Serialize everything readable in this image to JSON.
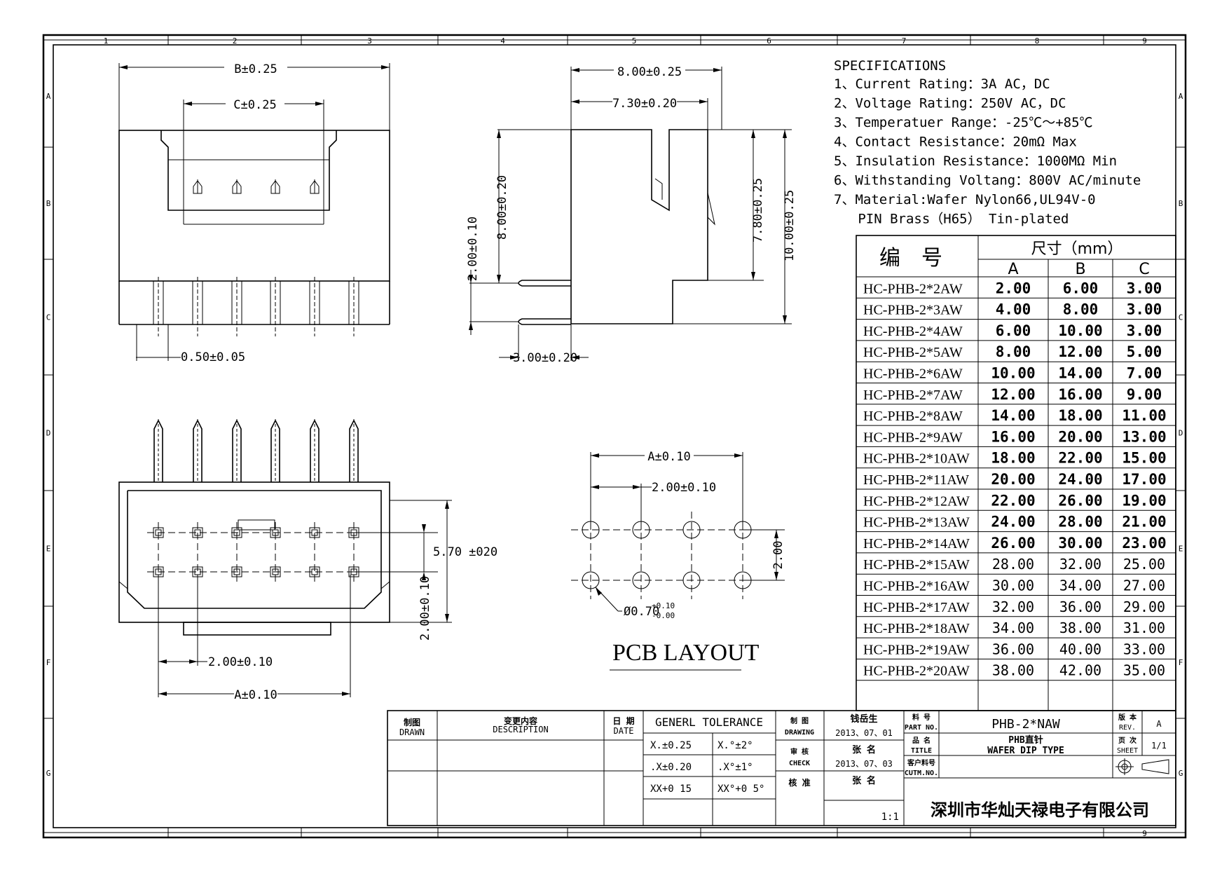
{
  "border": {
    "top_columns": [
      "1",
      "2",
      "3",
      "4",
      "5",
      "6",
      "7",
      "8",
      "9"
    ],
    "bottom_columns": [
      "9"
    ],
    "rows": [
      "A",
      "B",
      "C",
      "D",
      "E",
      "F",
      "G"
    ]
  },
  "specifications": {
    "title": "SPECIFICATIONS",
    "lines": [
      "1、Current Rating：3A AC，DC",
      "2、Voltage Rating：250V AC，DC",
      "3、Temperatuer Range：-25℃～+85℃",
      "4、Contact Resistance：20mΩ Max",
      "5、Insulation Resistance：1000MΩ Min",
      "6、Withstanding Voltang：800V AC/minute",
      "7、Material:Wafer Nylon66,UL94V-0",
      "   PIN Brass（H65） Tin-plated"
    ]
  },
  "front_view": {
    "dim_b": "B±0.25",
    "dim_c": "C±0.25",
    "dim_pin": "0.50±0.05"
  },
  "side_view": {
    "dim_top1": "8.00±0.25",
    "dim_top2": "7.30±0.20",
    "dim_v1": "8.00±0.20",
    "dim_v2": "2.00±0.10",
    "dim_v3": "7.80±0.25",
    "dim_v4": "10.00±0.25",
    "dim_bottom": "3.00±0.20"
  },
  "bottom_view": {
    "dim_h": "5.70 ±020",
    "dim_v": "2.00±0.10",
    "dim_pitch": "2.00±0.10",
    "dim_a": "A±0.10"
  },
  "pcb_layout": {
    "title": "PCB LAYOUT",
    "dim_a": "A±0.10",
    "dim_pitch": "2.00±0.10",
    "dim_row": "2.00",
    "hole_dia": "Ø0.70",
    "hole_tol_plus": "+0.10",
    "hole_tol_minus": "-0.00"
  },
  "dimension_table": {
    "header_part": "编　号",
    "header_size": "尺寸（mm）",
    "columns": [
      "A",
      "B",
      "C"
    ],
    "rows": [
      [
        "HC-PHB-2*2AW",
        "2.00",
        "6.00",
        "3.00"
      ],
      [
        "HC-PHB-2*3AW",
        "4.00",
        "8.00",
        "3.00"
      ],
      [
        "HC-PHB-2*4AW",
        "6.00",
        "10.00",
        "3.00"
      ],
      [
        "HC-PHB-2*5AW",
        "8.00",
        "12.00",
        "5.00"
      ],
      [
        "HC-PHB-2*6AW",
        "10.00",
        "14.00",
        "7.00"
      ],
      [
        "HC-PHB-2*7AW",
        "12.00",
        "16.00",
        "9.00"
      ],
      [
        "HC-PHB-2*8AW",
        "14.00",
        "18.00",
        "11.00"
      ],
      [
        "HC-PHB-2*9AW",
        "16.00",
        "20.00",
        "13.00"
      ],
      [
        "HC-PHB-2*10AW",
        "18.00",
        "22.00",
        "15.00"
      ],
      [
        "HC-PHB-2*11AW",
        "20.00",
        "24.00",
        "17.00"
      ],
      [
        "HC-PHB-2*12AW",
        "22.00",
        "26.00",
        "19.00"
      ],
      [
        "HC-PHB-2*13AW",
        "24.00",
        "28.00",
        "21.00"
      ],
      [
        "HC-PHB-2*14AW",
        "26.00",
        "30.00",
        "23.00"
      ],
      [
        "HC-PHB-2*15AW",
        "28.00",
        "32.00",
        "25.00"
      ],
      [
        "HC-PHB-2*16AW",
        "30.00",
        "34.00",
        "27.00"
      ],
      [
        "HC-PHB-2*17AW",
        "32.00",
        "36.00",
        "29.00"
      ],
      [
        "HC-PHB-2*18AW",
        "34.00",
        "38.00",
        "31.00"
      ],
      [
        "HC-PHB-2*19AW",
        "36.00",
        "40.00",
        "33.00"
      ],
      [
        "HC-PHB-2*20AW",
        "38.00",
        "42.00",
        "35.00"
      ]
    ],
    "bold_rows": 13
  },
  "title_block": {
    "drawn_cn": "制图",
    "drawn_en": "DRAWN",
    "desc_cn": "变更内容",
    "desc_en": "DESCRIPTION",
    "date_cn": "日 期",
    "date_en": "DATE",
    "tolerance_title": "GENERL TOLERANCE",
    "tolerances": [
      [
        "X.±0.25",
        "X.°±2°"
      ],
      [
        ".X±0.20",
        ".X°±1°"
      ],
      [
        "XX+0 15",
        "XX°+0 5°"
      ]
    ],
    "drawing_cn": "制 图",
    "drawing_en": "DRAWING",
    "drawing_name": "钱岳生",
    "drawing_date": "2013、07、01",
    "check_cn": "审 核",
    "check_en": "CHECK",
    "check_name": "张 名",
    "check_date": "2013、07、03",
    "approve_cn": "核 准",
    "approve_name": "张 名",
    "scale": "1:1",
    "part_no_cn": "料 号",
    "part_no_en": "PART NO.",
    "part_no": "PHB-2*NAW",
    "rev_cn": "版 本",
    "rev_en": "REV.",
    "rev": "A",
    "title_cn": "品 名",
    "title_en": "TITLE",
    "title_val_1": "PHB直针",
    "title_val_2": "WAFER DIP TYPE",
    "sheet_cn": "页 次",
    "sheet_en": "SHEET",
    "sheet": "1/1",
    "cust_cn": "客户料号",
    "cust_en": "CUTM.NO.",
    "company": "深圳市华灿天禄电子有限公司"
  }
}
